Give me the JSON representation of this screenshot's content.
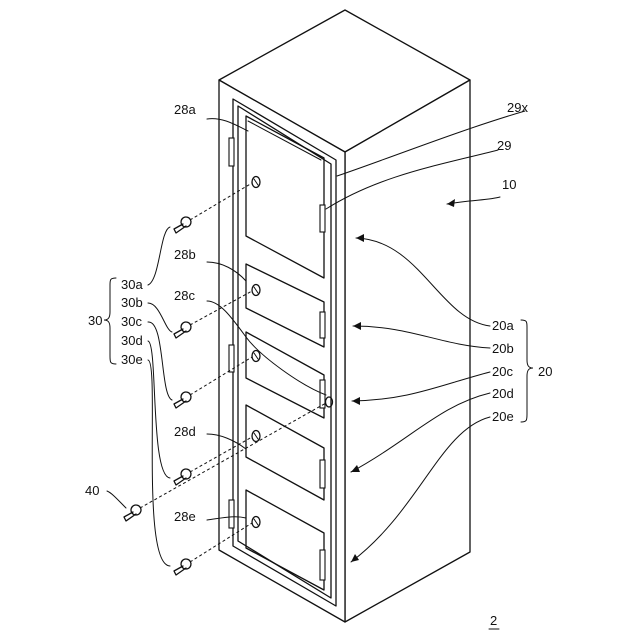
{
  "figure": {
    "labels": {
      "l28a": "28a",
      "l28b": "28b",
      "l28c": "28c",
      "l28d": "28d",
      "l28e": "28e",
      "l29x": "29x",
      "l29": "29",
      "l10": "10",
      "l20a": "20a",
      "l20b": "20b",
      "l20c": "20c",
      "l20d": "20d",
      "l20e": "20e",
      "l20": "20",
      "l30": "30",
      "l30a": "30a",
      "l30b": "30b",
      "l30c": "30c",
      "l30d": "30d",
      "l30e": "30e",
      "l40": "40",
      "fig_no": "2"
    },
    "line_color": "#111111"
  }
}
